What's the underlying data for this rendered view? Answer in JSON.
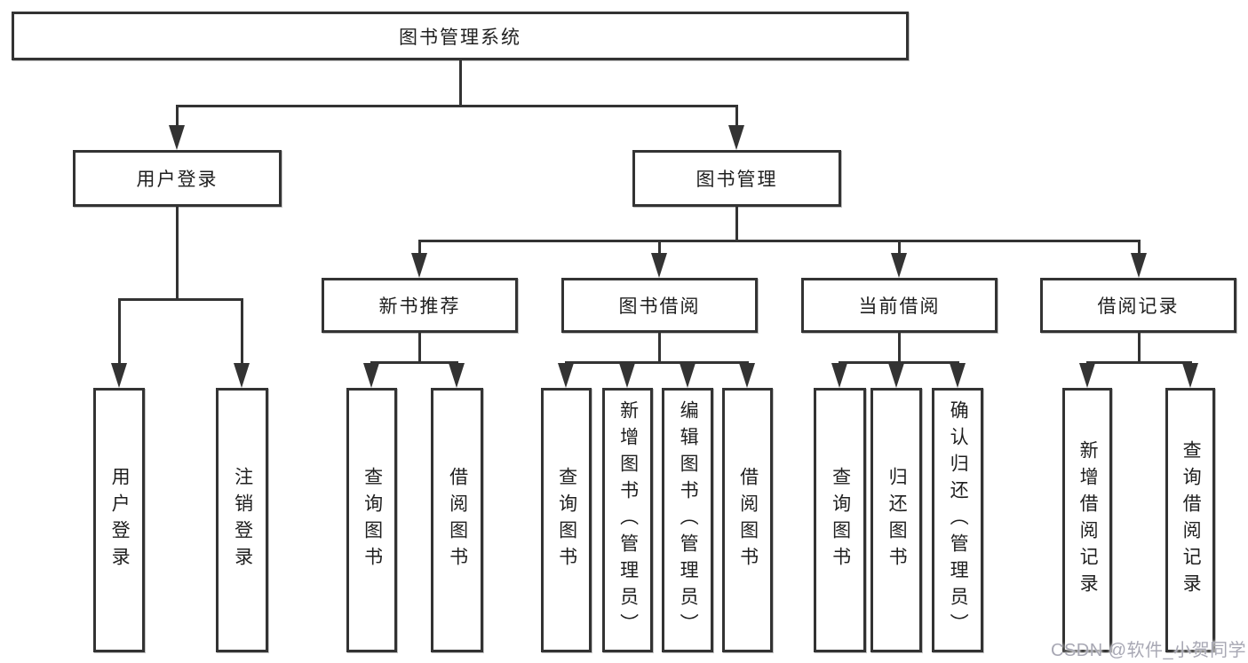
{
  "diagram_type": "hierarchy-tree",
  "colors": {
    "line": "#333333",
    "box_border": "#333333",
    "text": "#1f1f1f",
    "background": "#ffffff",
    "watermark": "#a8a8b4"
  },
  "tree": {
    "root": {
      "label": "图书管理系统",
      "children": [
        {
          "label": "用户登录",
          "children": [
            {
              "label": "用户登录"
            },
            {
              "label": "注销登录"
            }
          ]
        },
        {
          "label": "图书管理",
          "children": [
            {
              "label": "新书推荐",
              "children": [
                {
                  "label": "查询图书"
                },
                {
                  "label": "借阅图书"
                }
              ]
            },
            {
              "label": "图书借阅",
              "children": [
                {
                  "label": "查询图书"
                },
                {
                  "label": "新增图书（管理员）"
                },
                {
                  "label": "编辑图书（管理员）"
                },
                {
                  "label": "借阅图书"
                }
              ]
            },
            {
              "label": "当前借阅",
              "children": [
                {
                  "label": "查询图书"
                },
                {
                  "label": "归还图书"
                },
                {
                  "label": "确认归还（管理员）"
                }
              ]
            },
            {
              "label": "借阅记录",
              "children": [
                {
                  "label": "新增借阅记录"
                },
                {
                  "label": "查询借阅记录"
                }
              ]
            }
          ]
        }
      ]
    }
  },
  "watermark": {
    "text": "CSDN @软件_小贺同学"
  }
}
